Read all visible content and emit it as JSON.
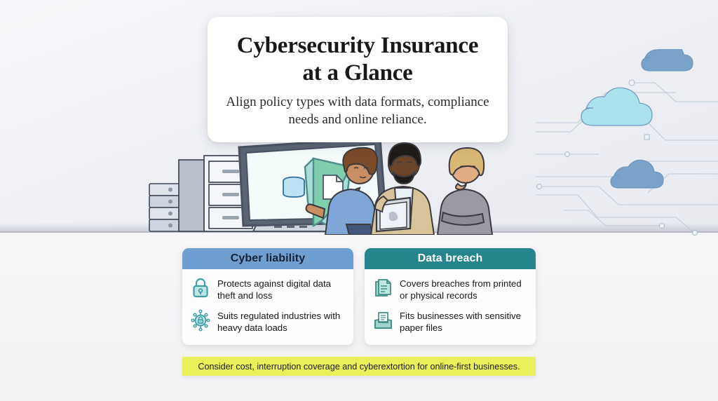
{
  "title_card": {
    "heading_line1": "Cybersecurity Insurance",
    "heading_line2": "at a Glance",
    "subtitle": "Align policy types with data formats, compliance needs and online reliance."
  },
  "cards": [
    {
      "id": "cyber-liability",
      "header": "Cyber liability",
      "header_bg": "#6f9fd0",
      "header_text_color": "#152238",
      "bullets": [
        {
          "icon": "padlock-icon",
          "text": "Protects against digital data theft and loss"
        },
        {
          "icon": "secure-network-node-icon",
          "text": "Suits regulated industries with heavy data loads"
        }
      ]
    },
    {
      "id": "data-breach",
      "header": "Data breach",
      "header_bg": "#25848c",
      "header_text_color": "#ffffff",
      "bullets": [
        {
          "icon": "documents-stack-icon",
          "text": "Covers breaches from printed or physical records"
        },
        {
          "icon": "file-tray-icon",
          "text": "Fits businesses with sensitive paper files"
        }
      ]
    }
  ],
  "banner": {
    "text": "Consider cost, interruption coverage and cyberextortion for online-first businesses.",
    "bg": "#eaf05a"
  },
  "illustration": {
    "monitor_shield": {
      "left_half_color": "#a8ddda",
      "right_half_color": "#7fcfae",
      "left_icon": "database-icon",
      "right_icon": "document-icon"
    },
    "server_stack_units": 4,
    "filing_cabinet_drawers": 3,
    "people": [
      {
        "name": "person-pointing",
        "top_color": "#7ea7d8",
        "hair": "#7b4b2a"
      },
      {
        "name": "person-with-tablet",
        "top_color": "#d8c49a",
        "hair": "#1e1a17"
      },
      {
        "name": "person-arms-crossed",
        "top_color": "#9a9aa2",
        "hair": "#d9b875"
      }
    ],
    "clouds": [
      {
        "name": "cloud-top",
        "color": "#7ba3c9"
      },
      {
        "name": "cloud-middle",
        "color": "#a9e2ea"
      },
      {
        "name": "cloud-bottom",
        "color": "#7ba3c9"
      }
    ]
  }
}
